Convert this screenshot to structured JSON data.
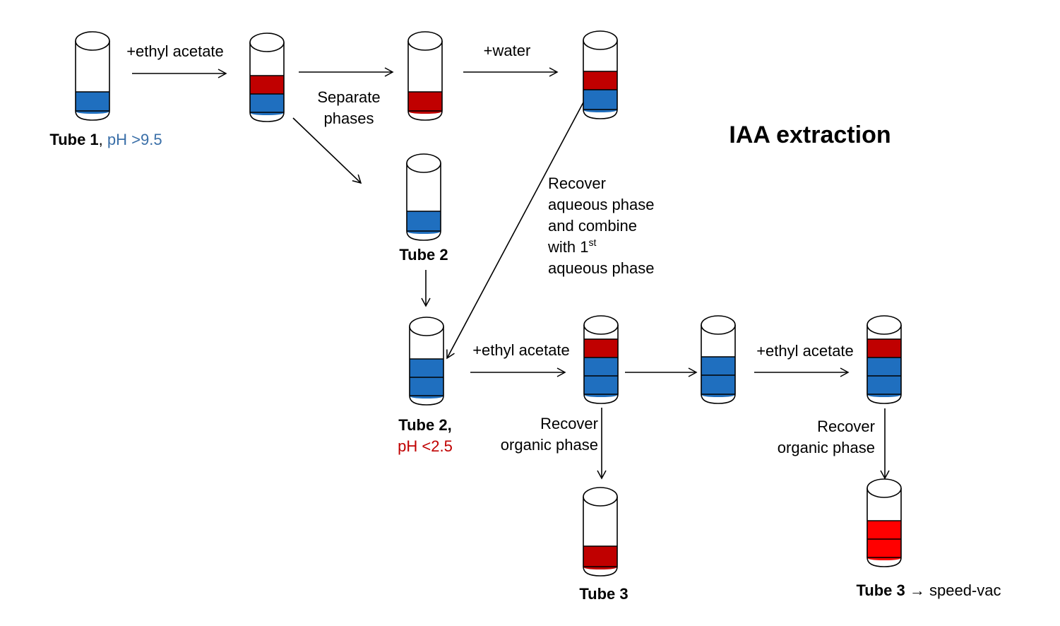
{
  "title": "IAA extraction",
  "colors": {
    "aqueous": "#1f6fbf",
    "organic": "#c00000",
    "organic_bright": "#ff0000",
    "ph_high": "#3a6fa8",
    "ph_low": "#c00000"
  },
  "tubes": [
    {
      "name": "tube-1",
      "layers": [
        "aqueous"
      ]
    },
    {
      "name": "tube-1-plus-ethyl-acetate",
      "layers": [
        "organic",
        "aqueous"
      ]
    },
    {
      "name": "tube-organic-phase",
      "layers": [
        "organic"
      ]
    },
    {
      "name": "tube-organic-plus-water",
      "layers": [
        "organic",
        "aqueous"
      ]
    },
    {
      "name": "tube-2",
      "layers": [
        "aqueous"
      ]
    },
    {
      "name": "tube-2-acidified",
      "layers": [
        "aqueous",
        "aqueous"
      ]
    },
    {
      "name": "tube-2-second-extraction",
      "layers": [
        "organic",
        "aqueous",
        "aqueous"
      ]
    },
    {
      "name": "tube-2-aqueous-remaining",
      "layers": [
        "aqueous",
        "aqueous"
      ]
    },
    {
      "name": "tube-2-third-extraction",
      "layers": [
        "organic",
        "aqueous",
        "aqueous"
      ]
    },
    {
      "name": "tube-3-first",
      "layers": [
        "organic"
      ]
    },
    {
      "name": "tube-3-final",
      "layers": [
        "organic_bright",
        "organic_bright"
      ]
    }
  ],
  "labels": {
    "tube1_name": "Tube 1",
    "tube1_sep": ", ",
    "tube1_ph": "pH >9.5",
    "add_ethyl_acetate_1": "+ethyl acetate",
    "separate_line1": "Separate",
    "separate_line2": "phases",
    "add_water": "+water",
    "tube2_name": "Tube 2",
    "recover_aq_line1": "Recover",
    "recover_aq_line2": "aqueous phase",
    "recover_aq_line3": "and combine",
    "recover_aq_line4": "with 1",
    "recover_aq_sup": "st",
    "recover_aq_line5": "aqueous phase",
    "tube2_acid_name": "Tube 2,",
    "tube2_acid_ph": "pH <2.5",
    "add_ethyl_acetate_2": "+ethyl acetate",
    "add_ethyl_acetate_3": "+ethyl acetate",
    "recover_org1_line1": "Recover",
    "recover_org1_line2": "organic phase",
    "recover_org2_line1": "Recover",
    "recover_org2_line2": "organic phase",
    "tube3_name": "Tube 3",
    "tube3_final_name": "Tube 3",
    "tube3_final_suffix": " → speed-vac"
  }
}
